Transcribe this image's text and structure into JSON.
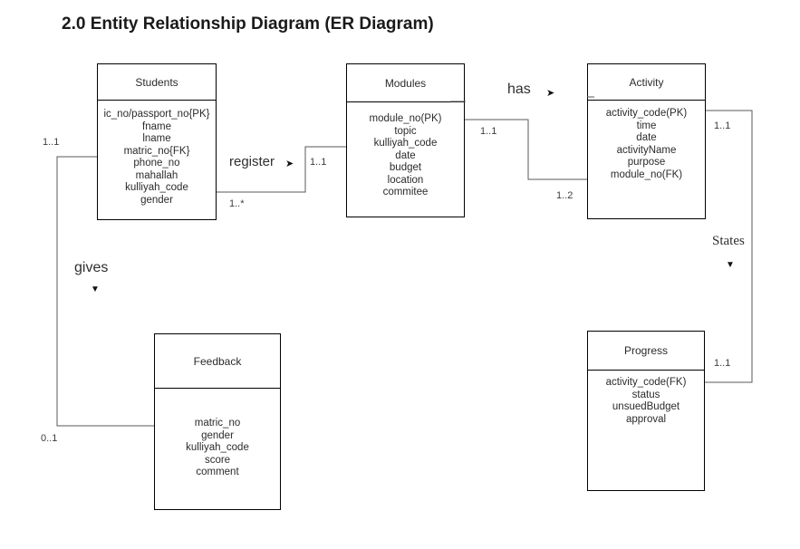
{
  "page": {
    "title": "2.0 Entity Relationship Diagram (ER Diagram)",
    "background": "#ffffff"
  },
  "colors": {
    "box_border": "#000000",
    "connector": "#595959",
    "text": "#2b2b2b"
  },
  "icons": {
    "right_arrow": "➤",
    "down_arrow": "▼"
  },
  "entities": {
    "students": {
      "title": "Students",
      "attributes": [
        "ic_no/passport_no{PK}",
        "fname",
        "lname",
        "matric_no{FK}",
        "phone_no",
        "mahallah",
        "kulliyah_code",
        "gender"
      ]
    },
    "modules": {
      "title": "Modules",
      "attributes": [
        "module_no(PK)",
        "topic",
        "kulliyah_code",
        "date",
        "budget",
        "location",
        "commitee"
      ]
    },
    "activity": {
      "title": "Activity",
      "attributes": [
        "activity_code(PK)",
        "time",
        "date",
        "activityName",
        "purpose",
        "module_no(FK)"
      ]
    },
    "feedback": {
      "title": "Feedback",
      "attributes": [
        "matric_no",
        "gender",
        "kulliyah_code",
        "score",
        "comment"
      ]
    },
    "progress": {
      "title": "Progress",
      "attributes": [
        "activity_code(FK)",
        "status",
        "unsuedBudget",
        "approval"
      ]
    }
  },
  "relationships": {
    "register": {
      "label": "register",
      "students_card": "1..*",
      "modules_card": "1..1"
    },
    "has": {
      "label": "has",
      "modules_card": "1..1",
      "activity_card": "1..2"
    },
    "gives": {
      "label": "gives",
      "students_card": "1..1",
      "feedback_card": "0..1"
    },
    "states": {
      "label": "States",
      "activity_card": "1..1",
      "progress_card": "1..1"
    }
  }
}
